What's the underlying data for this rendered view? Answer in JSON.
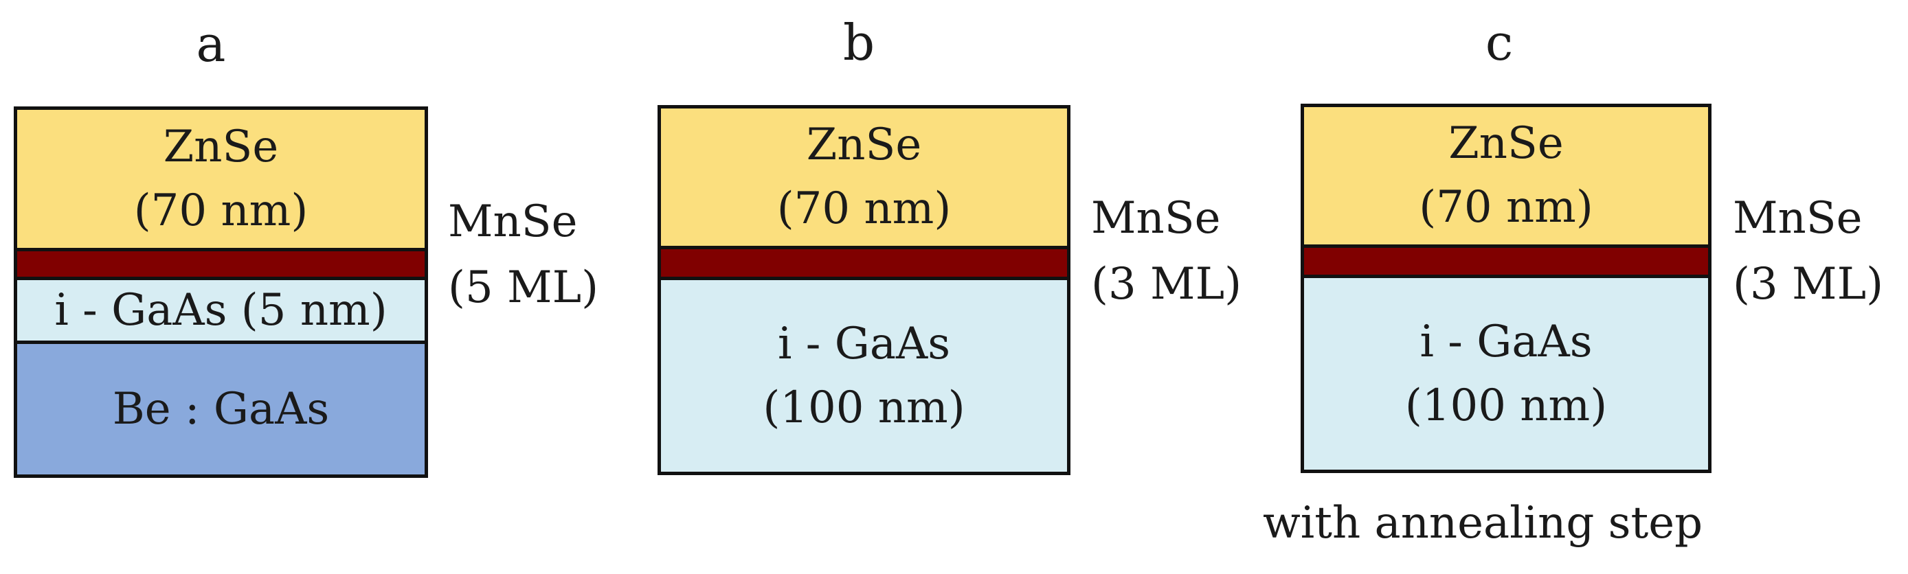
{
  "colors": {
    "znse": "#fbdf7e",
    "mnse": "#800000",
    "gaas": "#d7edf3",
    "be_gaas": "#89a9dc",
    "border": "#111111"
  },
  "panels": [
    {
      "label": "a",
      "znse": {
        "line1": "ZnSe",
        "line2": "(70 nm)"
      },
      "gaas": {
        "line1": "i - GaAs (5 nm)"
      },
      "substrate": {
        "line1": "Be : GaAs"
      },
      "mnse": {
        "line1": "MnSe",
        "line2": "(5 ML)"
      }
    },
    {
      "label": "b",
      "znse": {
        "line1": "ZnSe",
        "line2": "(70 nm)"
      },
      "gaas": {
        "line1": "i - GaAs",
        "line2": "(100 nm)"
      },
      "mnse": {
        "line1": "MnSe",
        "line2": "(3 ML)"
      }
    },
    {
      "label": "c",
      "znse": {
        "line1": "ZnSe",
        "line2": "(70 nm)"
      },
      "gaas": {
        "line1": "i - GaAs",
        "line2": "(100 nm)"
      },
      "mnse": {
        "line1": "MnSe",
        "line2": "(3 ML)"
      },
      "caption": "with annealing step"
    }
  ]
}
